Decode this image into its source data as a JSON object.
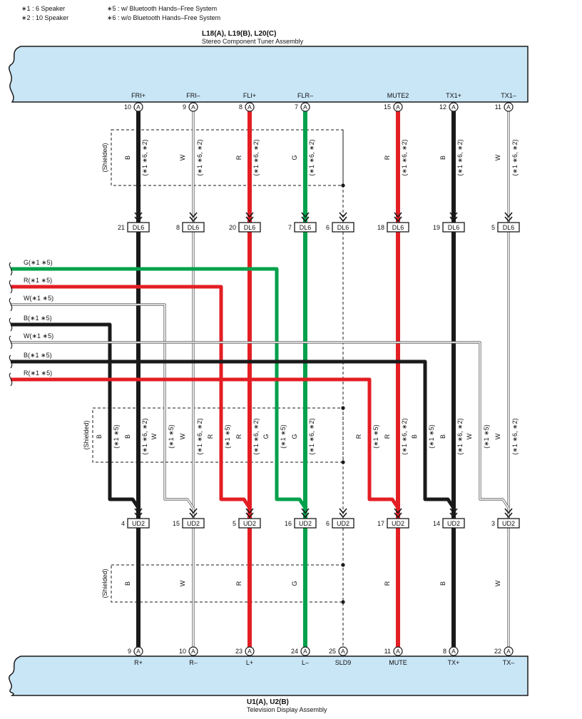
{
  "notes": {
    "left": [
      "∗1 : 6 Speaker",
      "∗2 : 10 Speaker"
    ],
    "right": [
      "∗5 : w/ Bluetooth Hands–Free System",
      "∗6 : w/o Bluetooth Hands–Free System"
    ]
  },
  "top_component": {
    "ref": "L18(A), L19(B), L20(C)",
    "name": "Stereo Component Tuner Assembly",
    "color": "#c9e6f7"
  },
  "bottom_component": {
    "ref": "U1(A), U2(B)",
    "name": "Television Display Assembly",
    "color": "#c9e6f7"
  },
  "wire_colors": {
    "B": "#1a1a1a",
    "W": "#ffffff",
    "R": "#e31e24",
    "G": "#00a14b"
  },
  "shielded_label": "(Shielded)",
  "top_pin_letter": "A",
  "bottom_pin_letter": "A",
  "top_opt": "(∗1 ∗6, ∗2)",
  "mid_opt_a": "(∗1 ∗5)",
  "mid_opt_b": "(∗1 ∗6, ∗2)",
  "circuits": [
    {
      "top_name": "FRI+",
      "top_pin": "10",
      "wire": "B",
      "dl6_pin": "21",
      "dl6": "DL6",
      "bt_wire": "B",
      "ud2_pin": "4",
      "ud2": "UD2",
      "bottom_pin": "9",
      "bottom_name": "R+"
    },
    {
      "top_name": "FRI–",
      "top_pin": "9",
      "wire": "W",
      "dl6_pin": "8",
      "dl6": "DL6",
      "bt_wire": "W",
      "ud2_pin": "15",
      "ud2": "UD2",
      "bottom_pin": "10",
      "bottom_name": "R–"
    },
    {
      "top_name": "FLI+",
      "top_pin": "8",
      "wire": "R",
      "dl6_pin": "20",
      "dl6": "DL6",
      "bt_wire": "R",
      "ud2_pin": "5",
      "ud2": "UD2",
      "bottom_pin": "23",
      "bottom_name": "L+"
    },
    {
      "top_name": "FLR–",
      "top_pin": "7",
      "wire": "G",
      "dl6_pin": "7",
      "dl6": "DL6",
      "bt_wire": "G",
      "ud2_pin": "16",
      "ud2": "UD2",
      "bottom_pin": "24",
      "bottom_name": "L–"
    },
    {
      "top_name": "",
      "top_pin": "",
      "wire": "",
      "dl6_pin": "6",
      "dl6": "DL6",
      "bt_wire": "",
      "ud2_pin": "6",
      "ud2": "UD2",
      "bottom_pin": "25",
      "bottom_name": "SLD9"
    },
    {
      "top_name": "MUTE2",
      "top_pin": "15",
      "wire": "R",
      "dl6_pin": "18",
      "dl6": "DL6",
      "bt_wire": "R",
      "ud2_pin": "17",
      "ud2": "UD2",
      "bottom_pin": "11",
      "bottom_name": "MUTE"
    },
    {
      "top_name": "TX1+",
      "top_pin": "12",
      "wire": "B",
      "dl6_pin": "19",
      "dl6": "DL6",
      "bt_wire": "B",
      "ud2_pin": "14",
      "ud2": "UD2",
      "bottom_pin": "8",
      "bottom_name": "TX+"
    },
    {
      "top_name": "TX1–",
      "top_pin": "11",
      "wire": "W",
      "dl6_pin": "5",
      "dl6": "DL6",
      "bt_wire": "W",
      "ud2_pin": "3",
      "ud2": "UD2",
      "bottom_pin": "22",
      "bottom_name": "TX–"
    }
  ],
  "side_wires": [
    {
      "label": "G(∗1 ∗5)",
      "wire": "G",
      "to": 3
    },
    {
      "label": "R(∗1 ∗5)",
      "wire": "R",
      "to": 2
    },
    {
      "label": "W(∗1 ∗5)",
      "wire": "W",
      "to": 1
    },
    {
      "label": "B(∗1 ∗5)",
      "wire": "B",
      "to": 0
    },
    {
      "label": "W(∗1 ∗5)",
      "wire": "W",
      "to": 7
    },
    {
      "label": "B(∗1 ∗5)",
      "wire": "B",
      "to": 6
    },
    {
      "label": "R(∗1 ∗5)",
      "wire": "R",
      "to": 5
    }
  ]
}
